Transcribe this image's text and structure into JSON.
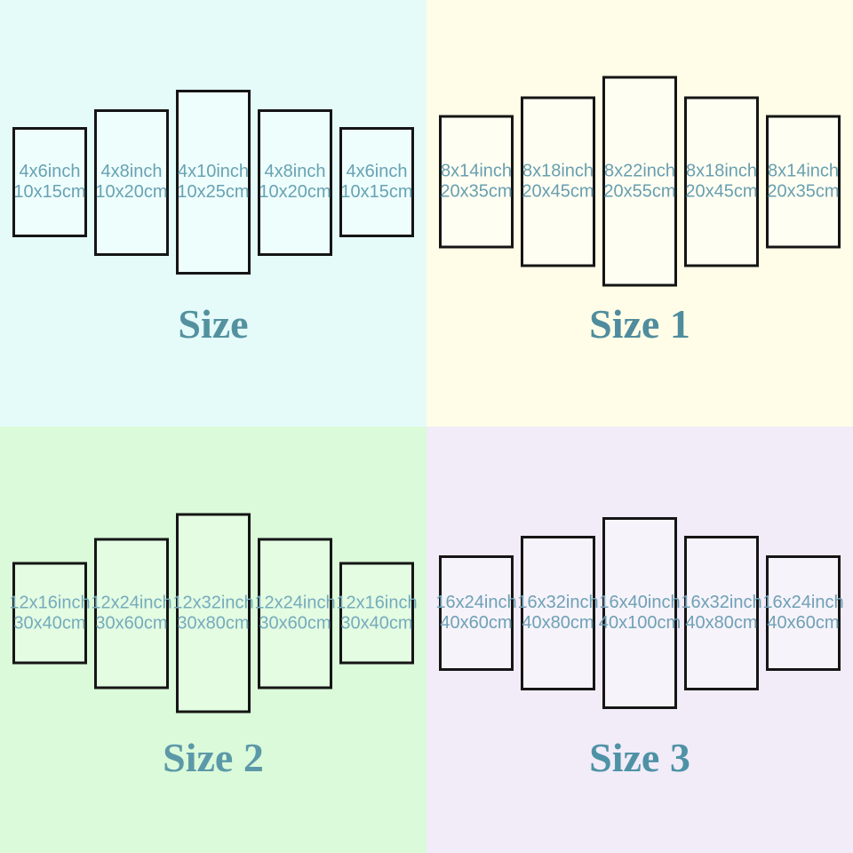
{
  "colors": {
    "panel_border": "#151515",
    "quadrant_backgrounds": [
      "#E4FBFA",
      "#FFFDE7",
      "#DBFADA",
      "#F1ECF8"
    ],
    "label_text": [
      "#68A2B3",
      "#689FB0",
      "#76ABBB",
      "#6FA0B6"
    ],
    "title_text": [
      "#54919F",
      "#4F8C9D",
      "#5C99A8",
      "#4E92A6"
    ]
  },
  "quadrants": [
    {
      "title": "Size",
      "panels": [
        {
          "inch": "4x6inch",
          "cm": "10x15cm"
        },
        {
          "inch": "4x8inch",
          "cm": "10x20cm"
        },
        {
          "inch": "4x10inch",
          "cm": "10x25cm"
        },
        {
          "inch": "4x8inch",
          "cm": "10x20cm"
        },
        {
          "inch": "4x6inch",
          "cm": "10x15cm"
        }
      ]
    },
    {
      "title": "Size 1",
      "panels": [
        {
          "inch": "8x14inch",
          "cm": "20x35cm"
        },
        {
          "inch": "8x18inch",
          "cm": "20x45cm"
        },
        {
          "inch": "8x22inch",
          "cm": "20x55cm"
        },
        {
          "inch": "8x18inch",
          "cm": "20x45cm"
        },
        {
          "inch": "8x14inch",
          "cm": "20x35cm"
        }
      ]
    },
    {
      "title": "Size 2",
      "panels": [
        {
          "inch": "12x16inch",
          "cm": "30x40cm"
        },
        {
          "inch": "12x24inch",
          "cm": "30x60cm"
        },
        {
          "inch": "12x32inch",
          "cm": "30x80cm"
        },
        {
          "inch": "12x24inch",
          "cm": "30x60cm"
        },
        {
          "inch": "12x16inch",
          "cm": "30x40cm"
        }
      ]
    },
    {
      "title": "Size 3",
      "panels": [
        {
          "inch": "16x24inch",
          "cm": "40x60cm"
        },
        {
          "inch": "16x32inch",
          "cm": "40x80cm"
        },
        {
          "inch": "16x40inch",
          "cm": "40x100cm"
        },
        {
          "inch": "16x32inch",
          "cm": "40x80cm"
        },
        {
          "inch": "16x24inch",
          "cm": "40x60cm"
        }
      ]
    }
  ]
}
